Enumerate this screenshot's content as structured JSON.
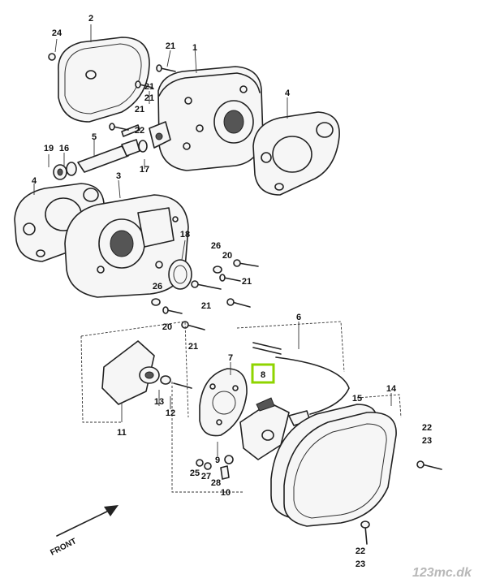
{
  "labels": {
    "n1": "1",
    "n2": "2",
    "n3": "3",
    "n4a": "4",
    "n4b": "4",
    "n5": "5",
    "n6": "6",
    "n7": "7",
    "n8": "8",
    "n9": "9",
    "n10": "10",
    "n11": "11",
    "n12": "12",
    "n13": "13",
    "n14": "14",
    "n15": "15",
    "n16": "16",
    "n17": "17",
    "n18": "18",
    "n19": "19",
    "n20a": "20",
    "n20b": "20",
    "n21a": "21",
    "n21b": "21",
    "n21c": "21",
    "n21d": "21",
    "n21e": "21",
    "n21f": "21",
    "n21g": "21",
    "n22a": "22",
    "n22b": "22",
    "n22c": "22",
    "n23a": "23",
    "n23b": "23",
    "n24": "24",
    "n25": "25",
    "n26a": "26",
    "n26b": "26",
    "n27": "27",
    "n28": "28"
  },
  "front_label": "FRONT",
  "watermark": "123mc.dk",
  "highlight_color": "#8fd400"
}
